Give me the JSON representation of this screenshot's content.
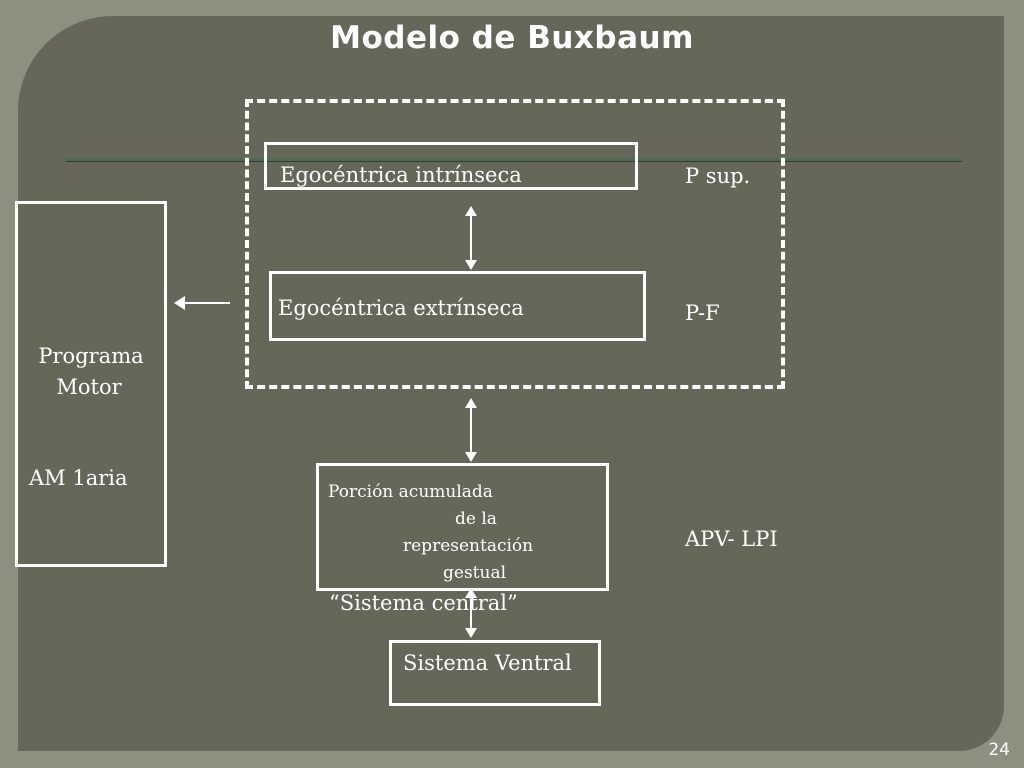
{
  "title": "Modelo de Buxbaum",
  "nodes": {
    "egocentrica_intrinseca": "Egocéntrica intrínseca",
    "egocentrica_extrinseca": "Egocéntrica extrínseca",
    "programa_motor_line1": "Programa",
    "programa_motor_line2": "Motor",
    "am_1aria": "AM 1aria",
    "porcion_line1": "Porción acumulada",
    "porcion_line2": "de la",
    "porcion_line3": "representación",
    "porcion_line4": "gestual",
    "sistema_central": "“Sistema central”",
    "sistema_ventral": "Sistema Ventral"
  },
  "region_labels": {
    "p_sup": "P sup.",
    "p_f": "P-F",
    "apv_lpi": "APV- LPI"
  },
  "page_number": "24",
  "colors": {
    "background": "#8c907f",
    "panel": "#666758",
    "foreground": "#ffffff",
    "rule": "#4e6a52"
  }
}
